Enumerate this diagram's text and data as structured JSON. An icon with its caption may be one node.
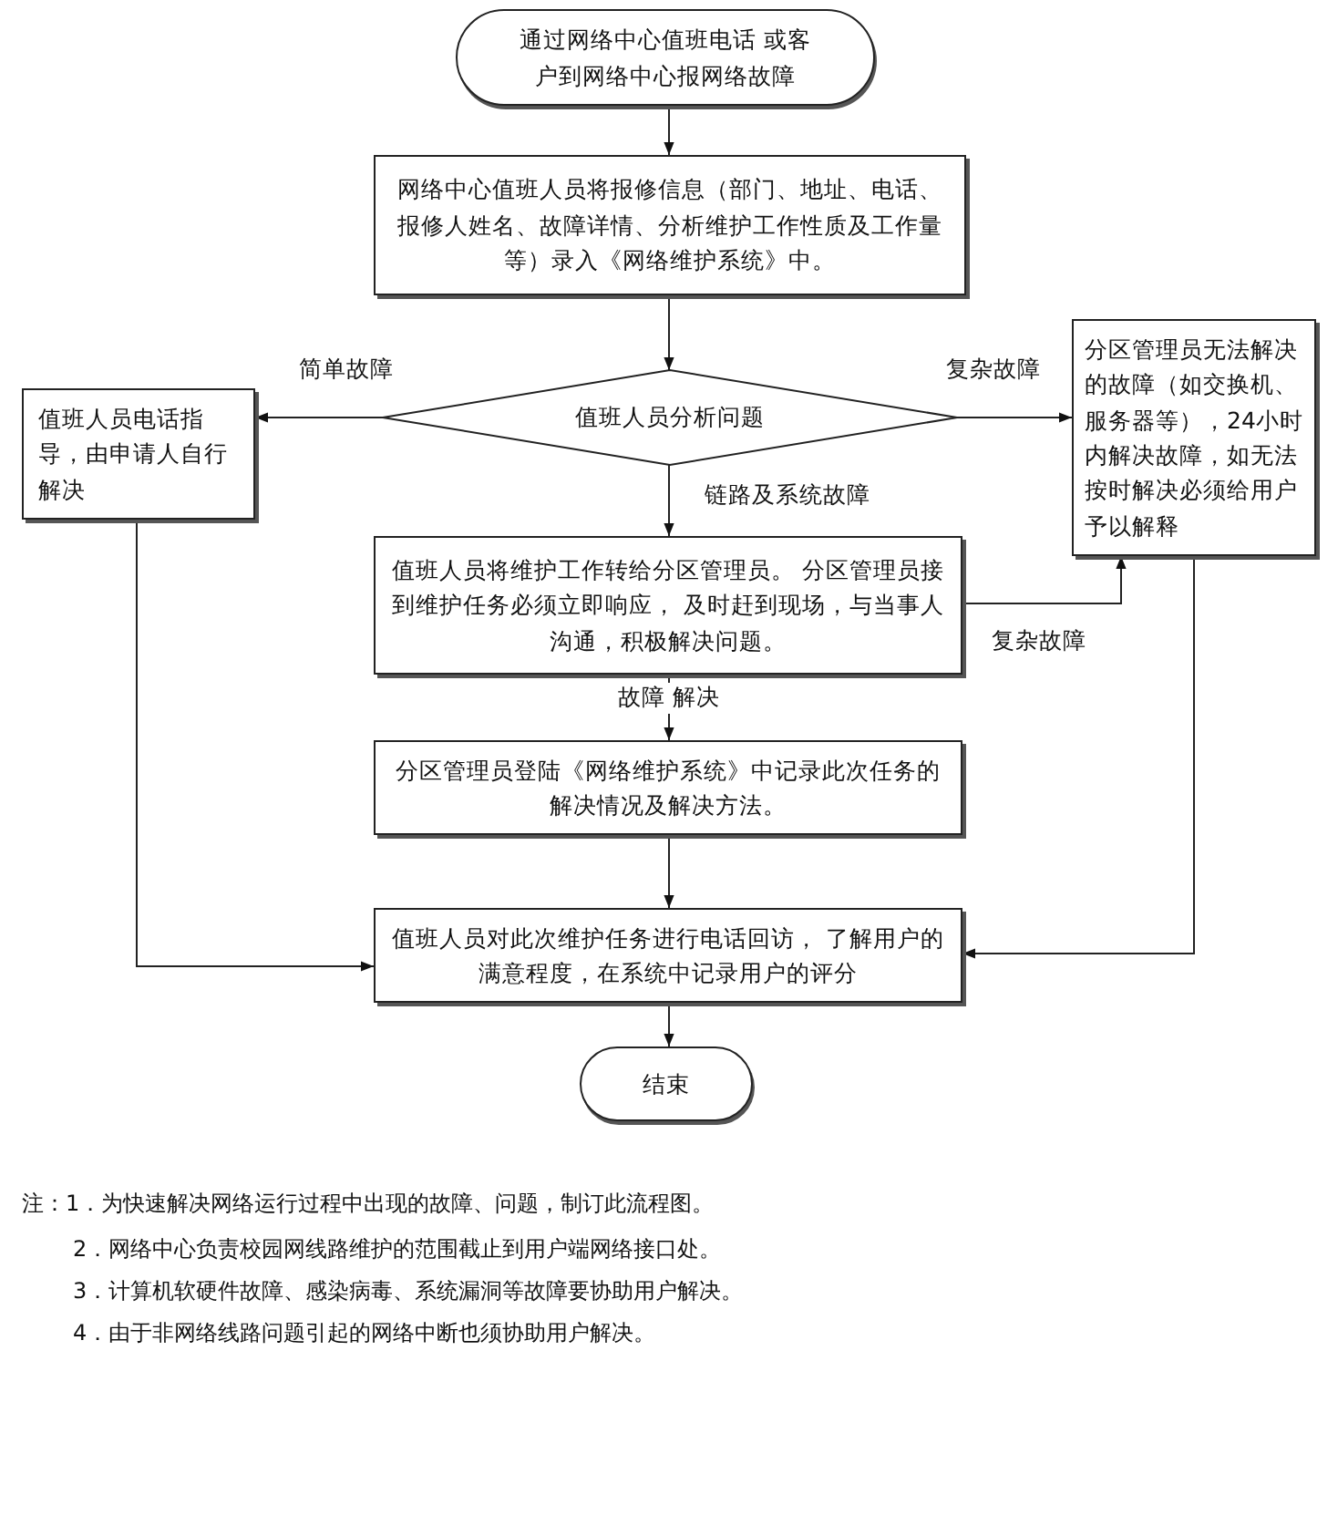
{
  "diagram": {
    "nodes": [
      {
        "text": [
          "通过网络中心值班电话 或客户到网络中心报网络故障"
        ]
      },
      {
        "text": [
          "网络中心值班人员将报修信息（部门、地址、电话、报修人姓名、故障详情、分析维护工作性质及工作量等）录入《网络维护系统》中。"
        ]
      },
      {
        "text": [
          "值班人员分析问题"
        ]
      },
      {
        "text": [
          "值班人员电话指导，由申请人自行解决"
        ]
      },
      {
        "text": [
          "分区管理员无法解决的故障（如交换机、服务器等），24小时内解决故障，如无法按时解决必须给用户予以解释"
        ]
      },
      {
        "text": [
          "值班人员将维护工作转给分区管理员。 分区管理员接到维护任务必须立即响应， 及时赶到现场，与当事人沟通，积极解决问题。"
        ]
      },
      {
        "text": [
          "分区管理员登陆《网络维护系统》中记录此次任务的解决情况及解决方法。"
        ]
      },
      {
        "text": [
          "值班人员对此次维护任务进行电话回访， 了解用户的满意程度，在系统中记录用户的评分"
        ]
      },
      {
        "text": [
          "结束"
        ]
      }
    ],
    "edges": [
      {
        "from": 0,
        "to": 1,
        "arrow": "to"
      },
      {
        "from": 1,
        "to": 2,
        "arrow": "to"
      },
      {
        "from": 2,
        "to": 3,
        "arrow": "to",
        "label": "简单故障"
      },
      {
        "from": 2,
        "to": 4,
        "arrow": "to",
        "label": "复杂故障"
      },
      {
        "from": 2,
        "to": 5,
        "arrow": "to",
        "label": "链路及系统故障"
      },
      {
        "from": 5,
        "to": 4,
        "arrow": "to",
        "label": "复杂故障"
      },
      {
        "from": 5,
        "to": 6,
        "arrow": "to",
        "label": "故障 解决"
      },
      {
        "from": 6,
        "to": 7,
        "arrow": "to"
      },
      {
        "from": 3,
        "to": 7,
        "arrow": "to"
      },
      {
        "from": 4,
        "to": 7,
        "arrow": "to"
      },
      {
        "from": 7,
        "to": 8,
        "arrow": "to"
      }
    ],
    "labels": [
      "注：1．为快速解决网络运行过程中出现的故障、问题，制订此流程图。",
      "2．网络中心负责校园网线路维护的范围截止到用户端网络接口处。",
      "3．计算机软硬件故障、感染病毒、系统漏洞等故障要协助用户解决。",
      "4．由于非网络线路问题引起的网络中断也须协助用户解决。"
    ]
  }
}
